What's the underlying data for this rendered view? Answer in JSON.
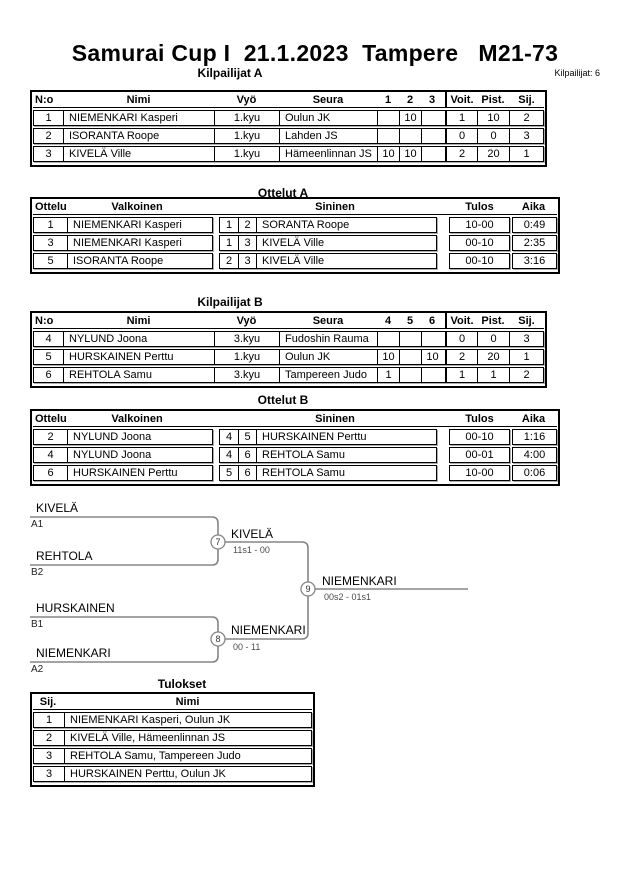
{
  "title": "Samurai Cup I  21.1.2023  Tampere   M21-73",
  "competitors_count": "Kilpailijat: 6",
  "pool_a": {
    "heading": "Kilpailijat A",
    "headers": {
      "no": "N:o",
      "name": "Nimi",
      "belt": "Vyö",
      "club": "Seura",
      "c1": "1",
      "c2": "2",
      "c3": "3",
      "wins": "Voit.",
      "pts": "Pist.",
      "place": "Sij."
    },
    "rows": [
      {
        "no": "1",
        "name": "NIEMENKARI Kasperi",
        "belt": "1.kyu",
        "club": "Oulun JK",
        "s1": "",
        "s2": "10",
        "s3": "",
        "wins": "1",
        "pts": "10",
        "place": "2"
      },
      {
        "no": "2",
        "name": "ISORANTA Roope",
        "belt": "1.kyu",
        "club": "Lahden JS",
        "s1": "",
        "s2": "",
        "s3": "",
        "wins": "0",
        "pts": "0",
        "place": "3"
      },
      {
        "no": "3",
        "name": "KIVELÄ Ville",
        "belt": "1.kyu",
        "club": "Hämeenlinnan JS",
        "s1": "10",
        "s2": "10",
        "s3": "",
        "wins": "2",
        "pts": "20",
        "place": "1"
      }
    ]
  },
  "matches_a": {
    "heading": "Ottelut A",
    "headers": {
      "match": "Ottelu",
      "white": "Valkoinen",
      "blue": "Sininen",
      "result": "Tulos",
      "time": "Aika"
    },
    "rows": [
      {
        "no": "1",
        "white": "NIEMENKARI Kasperi",
        "wn": "1",
        "bn": "2",
        "blue": "SORANTA Roope",
        "result": "10-00",
        "time": "0:49"
      },
      {
        "no": "3",
        "white": "NIEMENKARI Kasperi",
        "wn": "1",
        "bn": "3",
        "blue": "KIVELÄ Ville",
        "result": "00-10",
        "time": "2:35"
      },
      {
        "no": "5",
        "white": "ISORANTA Roope",
        "wn": "2",
        "bn": "3",
        "blue": "KIVELÄ Ville",
        "result": "00-10",
        "time": "3:16"
      }
    ]
  },
  "pool_b": {
    "heading": "Kilpailijat B",
    "headers": {
      "no": "N:o",
      "name": "Nimi",
      "belt": "Vyö",
      "club": "Seura",
      "c1": "4",
      "c2": "5",
      "c3": "6",
      "wins": "Voit.",
      "pts": "Pist.",
      "place": "Sij."
    },
    "rows": [
      {
        "no": "4",
        "name": "NYLUND Joona",
        "belt": "3.kyu",
        "club": "Fudoshin Rauma",
        "s1": "",
        "s2": "",
        "s3": "",
        "wins": "0",
        "pts": "0",
        "place": "3"
      },
      {
        "no": "5",
        "name": "HURSKAINEN Perttu",
        "belt": "1.kyu",
        "club": "Oulun JK",
        "s1": "10",
        "s2": "",
        "s3": "10",
        "wins": "2",
        "pts": "20",
        "place": "1"
      },
      {
        "no": "6",
        "name": "REHTOLA Samu",
        "belt": "3.kyu",
        "club": "Tampereen Judo",
        "s1": "1",
        "s2": "",
        "s3": "",
        "wins": "1",
        "pts": "1",
        "place": "2"
      }
    ]
  },
  "matches_b": {
    "heading": "Ottelut B",
    "headers": {
      "match": "Ottelu",
      "white": "Valkoinen",
      "blue": "Sininen",
      "result": "Tulos",
      "time": "Aika"
    },
    "rows": [
      {
        "no": "2",
        "white": "NYLUND Joona",
        "wn": "4",
        "bn": "5",
        "blue": "HURSKAINEN Perttu",
        "result": "00-10",
        "time": "1:16"
      },
      {
        "no": "4",
        "white": "NYLUND Joona",
        "wn": "4",
        "bn": "6",
        "blue": "REHTOLA Samu",
        "result": "00-01",
        "time": "4:00"
      },
      {
        "no": "6",
        "white": "HURSKAINEN Perttu",
        "wn": "5",
        "bn": "6",
        "blue": "REHTOLA Samu",
        "result": "10-00",
        "time": "0:06"
      }
    ]
  },
  "bracket": {
    "slots": [
      {
        "player": "KIVELÄ",
        "seed": "A1"
      },
      {
        "player": "REHTOLA",
        "seed": "B2"
      },
      {
        "player": "HURSKAINEN",
        "seed": "B1"
      },
      {
        "player": "NIEMENKARI",
        "seed": "A2"
      }
    ],
    "match7": {
      "number": "7",
      "winner": "KIVELÄ",
      "score": "11s1 - 00"
    },
    "match8": {
      "number": "8",
      "winner": "NIEMENKARI",
      "score": "00 - 11"
    },
    "match9": {
      "number": "9",
      "winner": "NIEMENKARI",
      "score": "00s2 - 01s1"
    }
  },
  "results": {
    "heading": "Tulokset",
    "headers": {
      "place": "Sij.",
      "name": "Nimi"
    },
    "rows": [
      {
        "place": "1",
        "name": "NIEMENKARI Kasperi, Oulun JK"
      },
      {
        "place": "2",
        "name": "KIVELÄ Ville, Hämeenlinnan JS"
      },
      {
        "place": "3",
        "name": "REHTOLA Samu, Tampereen Judo"
      },
      {
        "place": "3",
        "name": "HURSKAINEN Perttu, Oulun JK"
      }
    ]
  }
}
